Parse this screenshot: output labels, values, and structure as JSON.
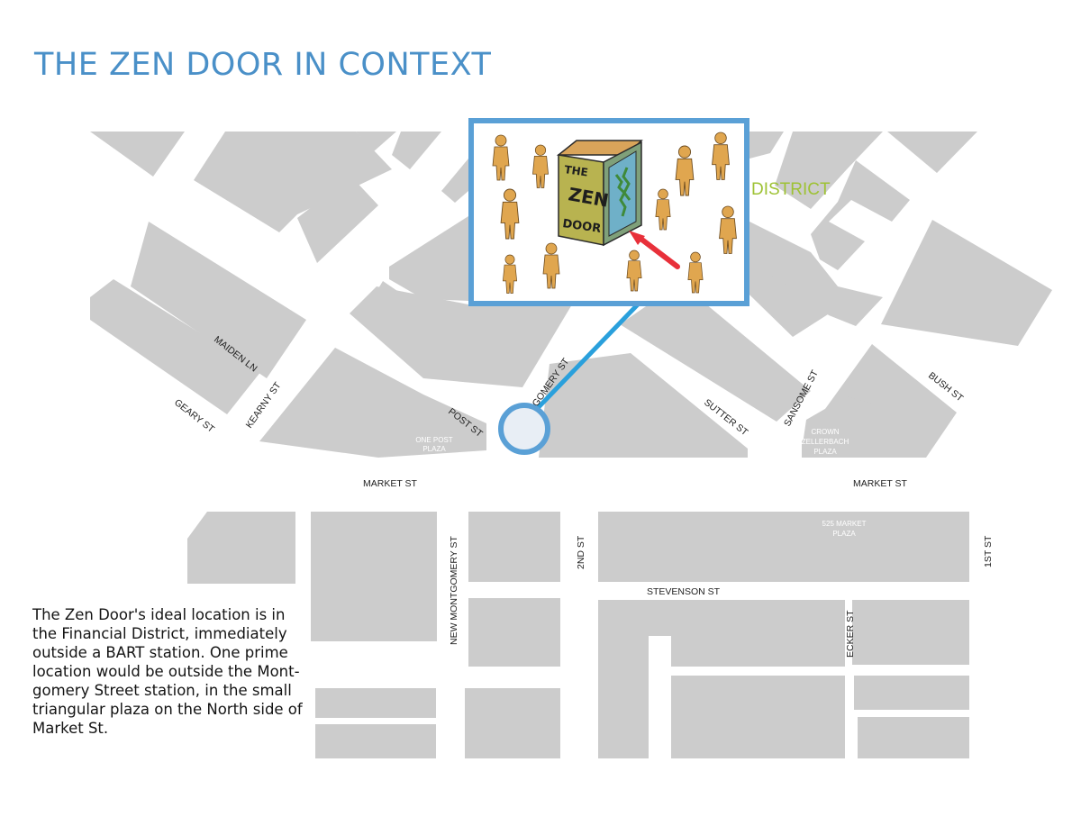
{
  "title": "THE ZEN DOOR IN CONTEXT",
  "description_lines": [
    "The Zen Door's ideal location is in",
    "the Financial District, immediately",
    "outside a BART station. One prime",
    "location would be outside the Mont-",
    "gomery Street station, in the small",
    "triangular plaza on the North side of",
    "Market St."
  ],
  "streets": {
    "maiden_ln": "MAIDEN LN",
    "geary_st": "GEARY ST",
    "kearny_st": "KEARNY ST",
    "post_st": "POST ST",
    "montgomery_st_partial": "GOMERY ST",
    "sutter_st": "SUTTER ST",
    "sansome_st": "SANSOME ST",
    "bush_st": "BUSH ST",
    "market_st_left": "MARKET ST",
    "market_st_right": "MARKET ST",
    "new_montgomery_st": "NEW MONTGOMERY ST",
    "second_st": "2ND ST",
    "first_st": "1ST ST",
    "stevenson_st": "STEVENSON ST",
    "ecker_st": "ECKER ST"
  },
  "places": {
    "one_post_plaza_1": "ONE POST",
    "one_post_plaza_2": "PLAZA",
    "crown_zellerbach_1": "CROWN",
    "crown_zellerbach_2": "ZELLERBACH",
    "crown_zellerbach_3": "PLAZA",
    "market_plaza_1": "525 MARKET",
    "market_plaza_2": "PLAZA",
    "district_label": "DISTRICT"
  },
  "illustration": {
    "door_line_1": "THE",
    "door_line_2": "ZEN",
    "door_line_3": "DOOR"
  },
  "colors": {
    "title": "#4a90c8",
    "block": "#cccccc",
    "frame": "#5aa0d6",
    "connector": "#2aa0dc",
    "district": "#9ec234",
    "figure": "#e0a64f",
    "arrow": "#e8303a"
  }
}
